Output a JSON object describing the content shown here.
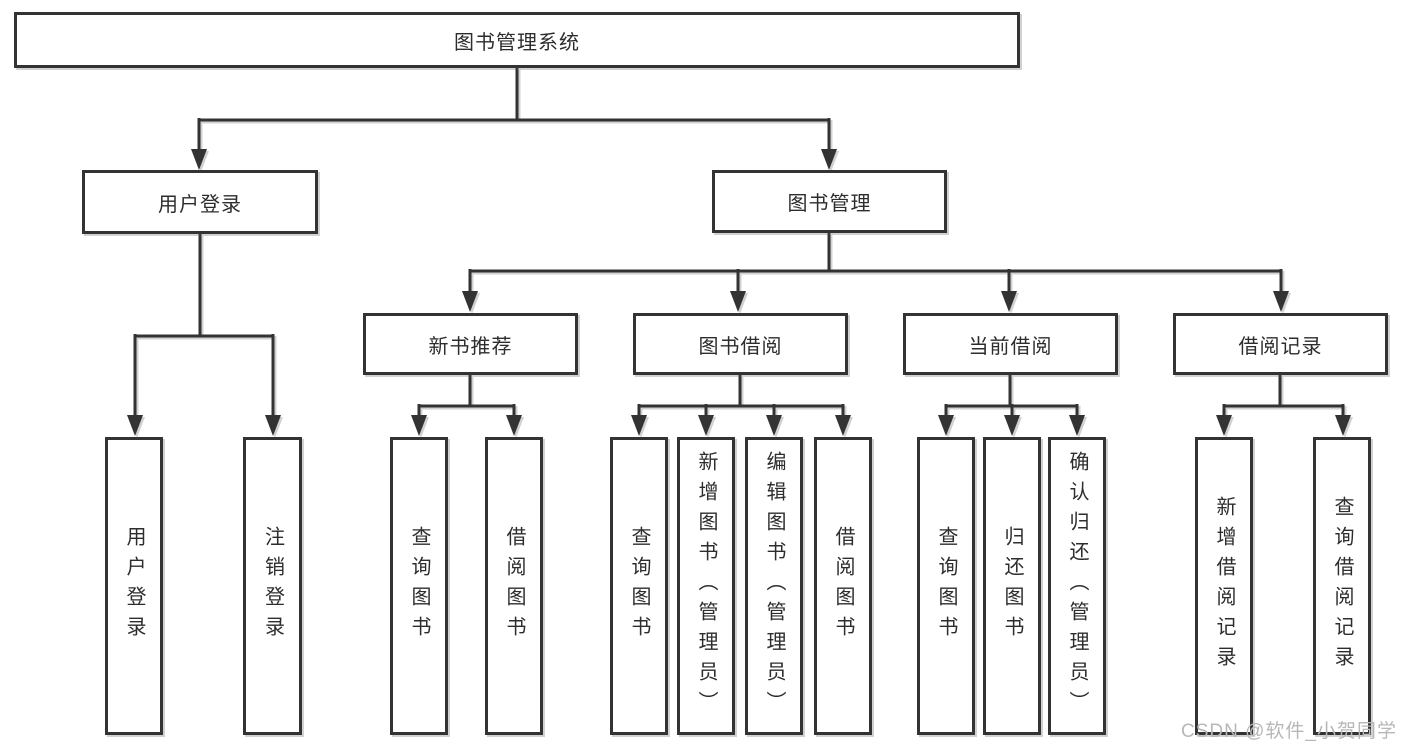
{
  "tree": {
    "root": {
      "label": "图书管理系统",
      "children": [
        {
          "label": "用户登录",
          "children": [
            {
              "label": "用户登录"
            },
            {
              "label": "注销登录"
            }
          ]
        },
        {
          "label": "图书管理",
          "children": [
            {
              "label": "新书推荐",
              "children": [
                {
                  "label": "查询图书"
                },
                {
                  "label": "借阅图书"
                }
              ]
            },
            {
              "label": "图书借阅",
              "children": [
                {
                  "label": "查询图书"
                },
                {
                  "label": "新增图书（管理员）"
                },
                {
                  "label": "编辑图书（管理员）"
                },
                {
                  "label": "借阅图书"
                }
              ]
            },
            {
              "label": "当前借阅",
              "children": [
                {
                  "label": "查询图书"
                },
                {
                  "label": "归还图书"
                },
                {
                  "label": "确认归还（管理员）"
                }
              ]
            },
            {
              "label": "借阅记录",
              "children": [
                {
                  "label": "新增借阅记录"
                },
                {
                  "label": "查询借阅记录"
                }
              ]
            }
          ]
        }
      ]
    }
  },
  "watermark": {
    "text": "CSDN @软件_小贺同学"
  },
  "colors": {
    "line": "#333333",
    "box_border": "#333333",
    "box_background": "#ffffff",
    "text": "#2d2d2d",
    "watermark": "#b7b7b7"
  }
}
